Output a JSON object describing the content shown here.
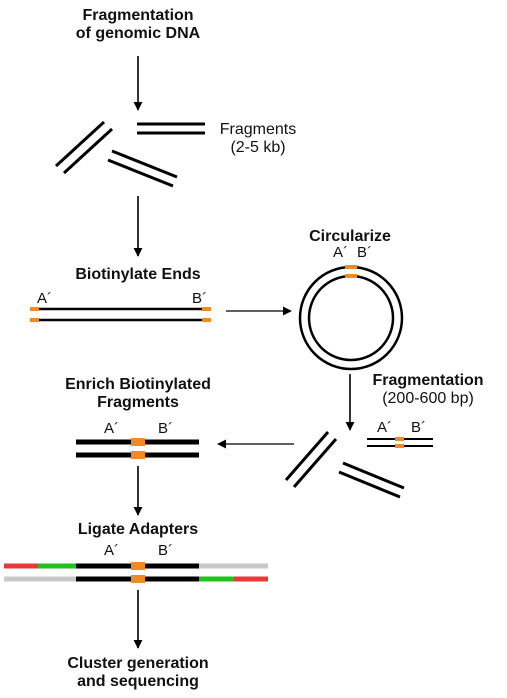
{
  "steps": {
    "fragmentation_genomic": [
      "Fragmentation",
      "of genomic DNA"
    ],
    "fragments": [
      "Fragments",
      "(2-5 kb)"
    ],
    "biotinylate": "Biotinylate Ends",
    "circularize": "Circularize",
    "fragmentation_small": [
      "Fragmentation",
      "(200-600 bp)"
    ],
    "enrich": [
      "Enrich Biotinylated",
      "Fragments"
    ],
    "ligate": "Ligate Adapters",
    "cluster": [
      "Cluster generation",
      "and sequencing"
    ]
  },
  "ends": {
    "a": "A´",
    "b": "B´"
  },
  "colors": {
    "strand": "#000000",
    "biotin": "#f08a24",
    "adapter_red": "#e8383a",
    "adapter_green": "#22c21f",
    "adapter_gray": "#c8c8c8"
  }
}
